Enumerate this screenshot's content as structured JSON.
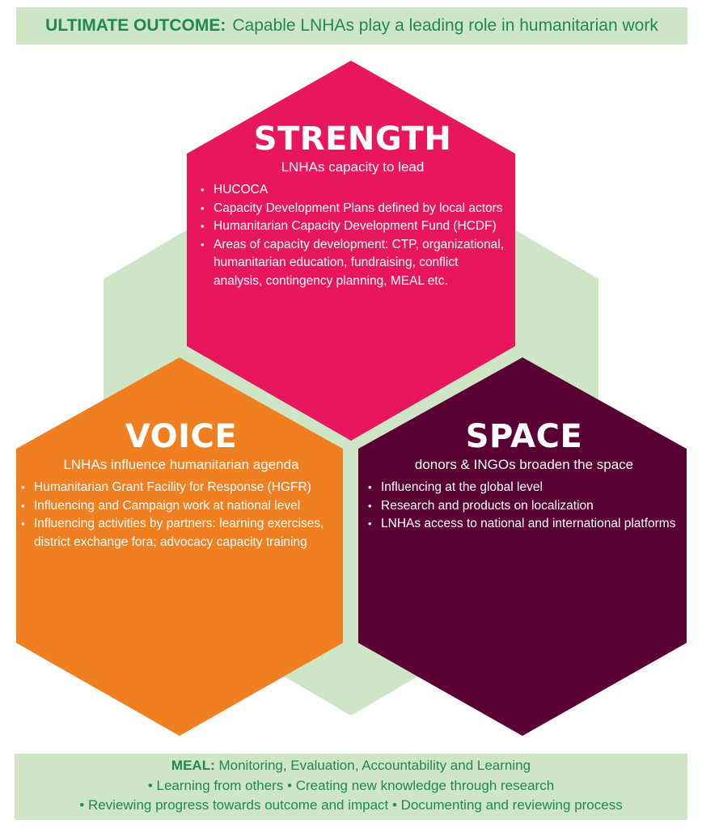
{
  "ultimate_outcome": {
    "label": "ULTIMATE OUTCOME:",
    "text": "Capable LNHAs play a leading role in humanitarian work"
  },
  "colors": {
    "background_hex": "#cfe6c6",
    "strength": "#e8175d",
    "voice": "#f07f22",
    "space": "#5a0035",
    "green_text": "#1f8a4c"
  },
  "strength": {
    "title": "STRENGTH",
    "subtitle": "LNHAs capacity to lead",
    "items": [
      "HUCOCA",
      "Capacity Development Plans defined by local actors",
      "Humanitarian Capacity Development Fund (HCDF)",
      "Areas of capacity development: CTP, organizational, humanitarian education, fundraising, conflict analysis, contingency planning, MEAL etc."
    ]
  },
  "voice": {
    "title": "VOICE",
    "subtitle": "LNHAs influence humanitarian agenda",
    "items": [
      "Humanitarian Grant Facility for Response (HGFR)",
      "Influencing and Campaign work at national level",
      "Influencing activities by partners: learning exercises, district exchange fora; advocacy capacity training"
    ]
  },
  "space": {
    "title": "SPACE",
    "subtitle": "donors & INGOs broaden the space",
    "items": [
      "Influencing at the global level",
      "Research and products on localization",
      "LNHAs access to national and international platforms"
    ]
  },
  "meal": {
    "label": "MEAL:",
    "text": "Monitoring, Evaluation, Accountability and Learning",
    "line2": "• Learning from others • Creating new knowledge through research",
    "line3": "• Reviewing progress towards outcome and impact • Documenting and reviewing process"
  }
}
